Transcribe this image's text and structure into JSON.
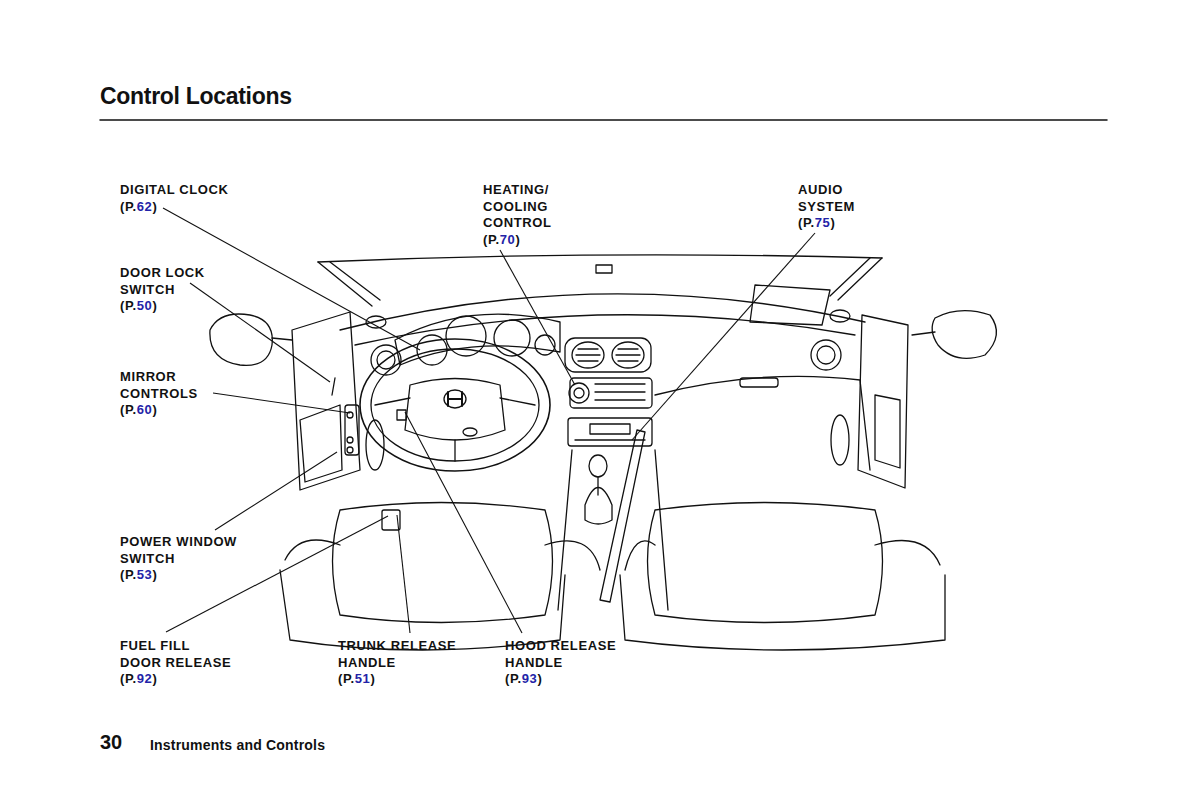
{
  "diagram": {
    "title": "Control Locations",
    "labels": [
      "DIGITAL CLOCK",
      "(P.62)",
      "HEATING/ COOLING CONTROL",
      "(P.70)",
      "AUDIO SYSTEM",
      "(P.75)",
      "DOOR LOCK SWITCH",
      "(P.50)",
      "MIRROR CONTROLS",
      "(P.60)",
      "POWER WINDOW SWITCH",
      "(P.53)",
      "FUEL FILL DOOR RELEASE",
      "(P.92)",
      "TRUNK RELEASE HANDLE",
      "(P.51)",
      "HOOD RELEASE HANDLE",
      "(P.93)",
      "30",
      "Instruments and Controls"
    ]
  }
}
